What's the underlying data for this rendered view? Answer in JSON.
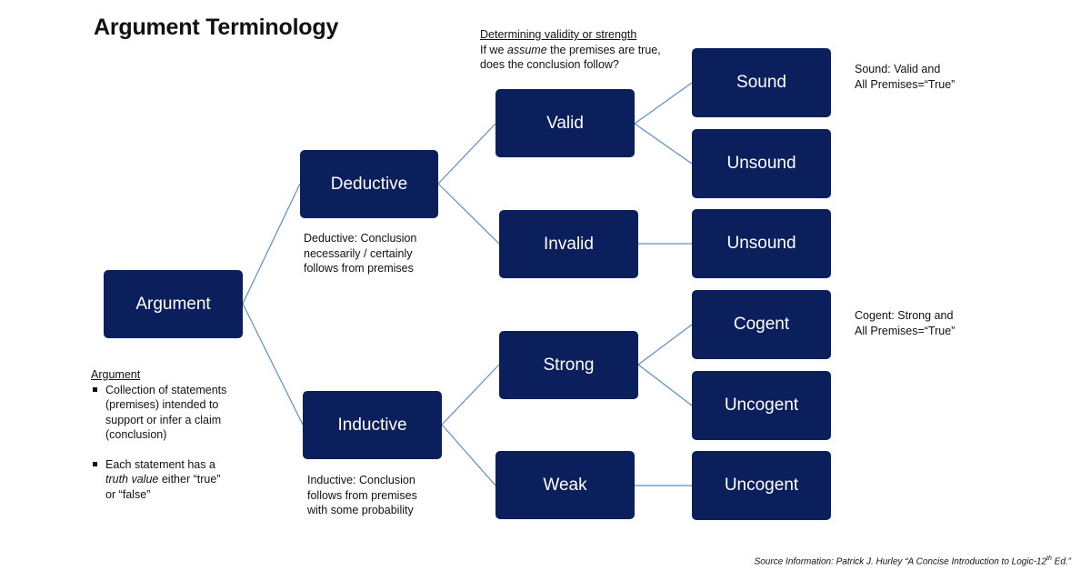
{
  "title": "Argument Terminology",
  "nodes": {
    "argument": "Argument",
    "deductive": "Deductive",
    "inductive": "Inductive",
    "valid": "Valid",
    "invalid": "Invalid",
    "strong": "Strong",
    "weak": "Weak",
    "sound": "Sound",
    "unsound_valid": "Unsound",
    "unsound_invalid": "Unsound",
    "cogent": "Cogent",
    "uncogent_strong": "Uncogent",
    "uncogent_weak": "Uncogent"
  },
  "notes": {
    "validity_heading": "Determining validity or strength",
    "validity_line1_pre": "If we ",
    "validity_line1_em": "assume",
    "validity_line1_post": " the premises are true,",
    "validity_line2": "does the conclusion follow?",
    "sound_line1": "Sound:  Valid and",
    "sound_line2": "All Premises=“True”",
    "cogent_line1": "Cogent: Strong  and",
    "cogent_line2": "All Premises=“True”",
    "deductive_line1": "Deductive: Conclusion",
    "deductive_line2": "necessarily / certainly",
    "deductive_line3": "follows from premises",
    "inductive_line1": "Inductive: Conclusion",
    "inductive_line2": "follows from premises",
    "inductive_line3": "with some probability",
    "argument_heading": "Argument",
    "bullet1_line1": "Collection of statements",
    "bullet1_line2": "(premises) intended to",
    "bullet1_line3": "support or infer a claim",
    "bullet1_line4": "(conclusion)",
    "bullet2_line1": "Each statement has a",
    "bullet2_em": "truth value",
    "bullet2_line2_post": " either “true”",
    "bullet2_line3": "or “false”"
  },
  "source": {
    "prefix": "Source Information:  Patrick J. Hurley “A Concise Introduction to Logic-12",
    "sup": "th",
    "suffix": " Ed.”"
  },
  "colors": {
    "node_fill": "#0b1f5c",
    "node_text": "#ffffff",
    "connector": "#5b8fc7"
  }
}
